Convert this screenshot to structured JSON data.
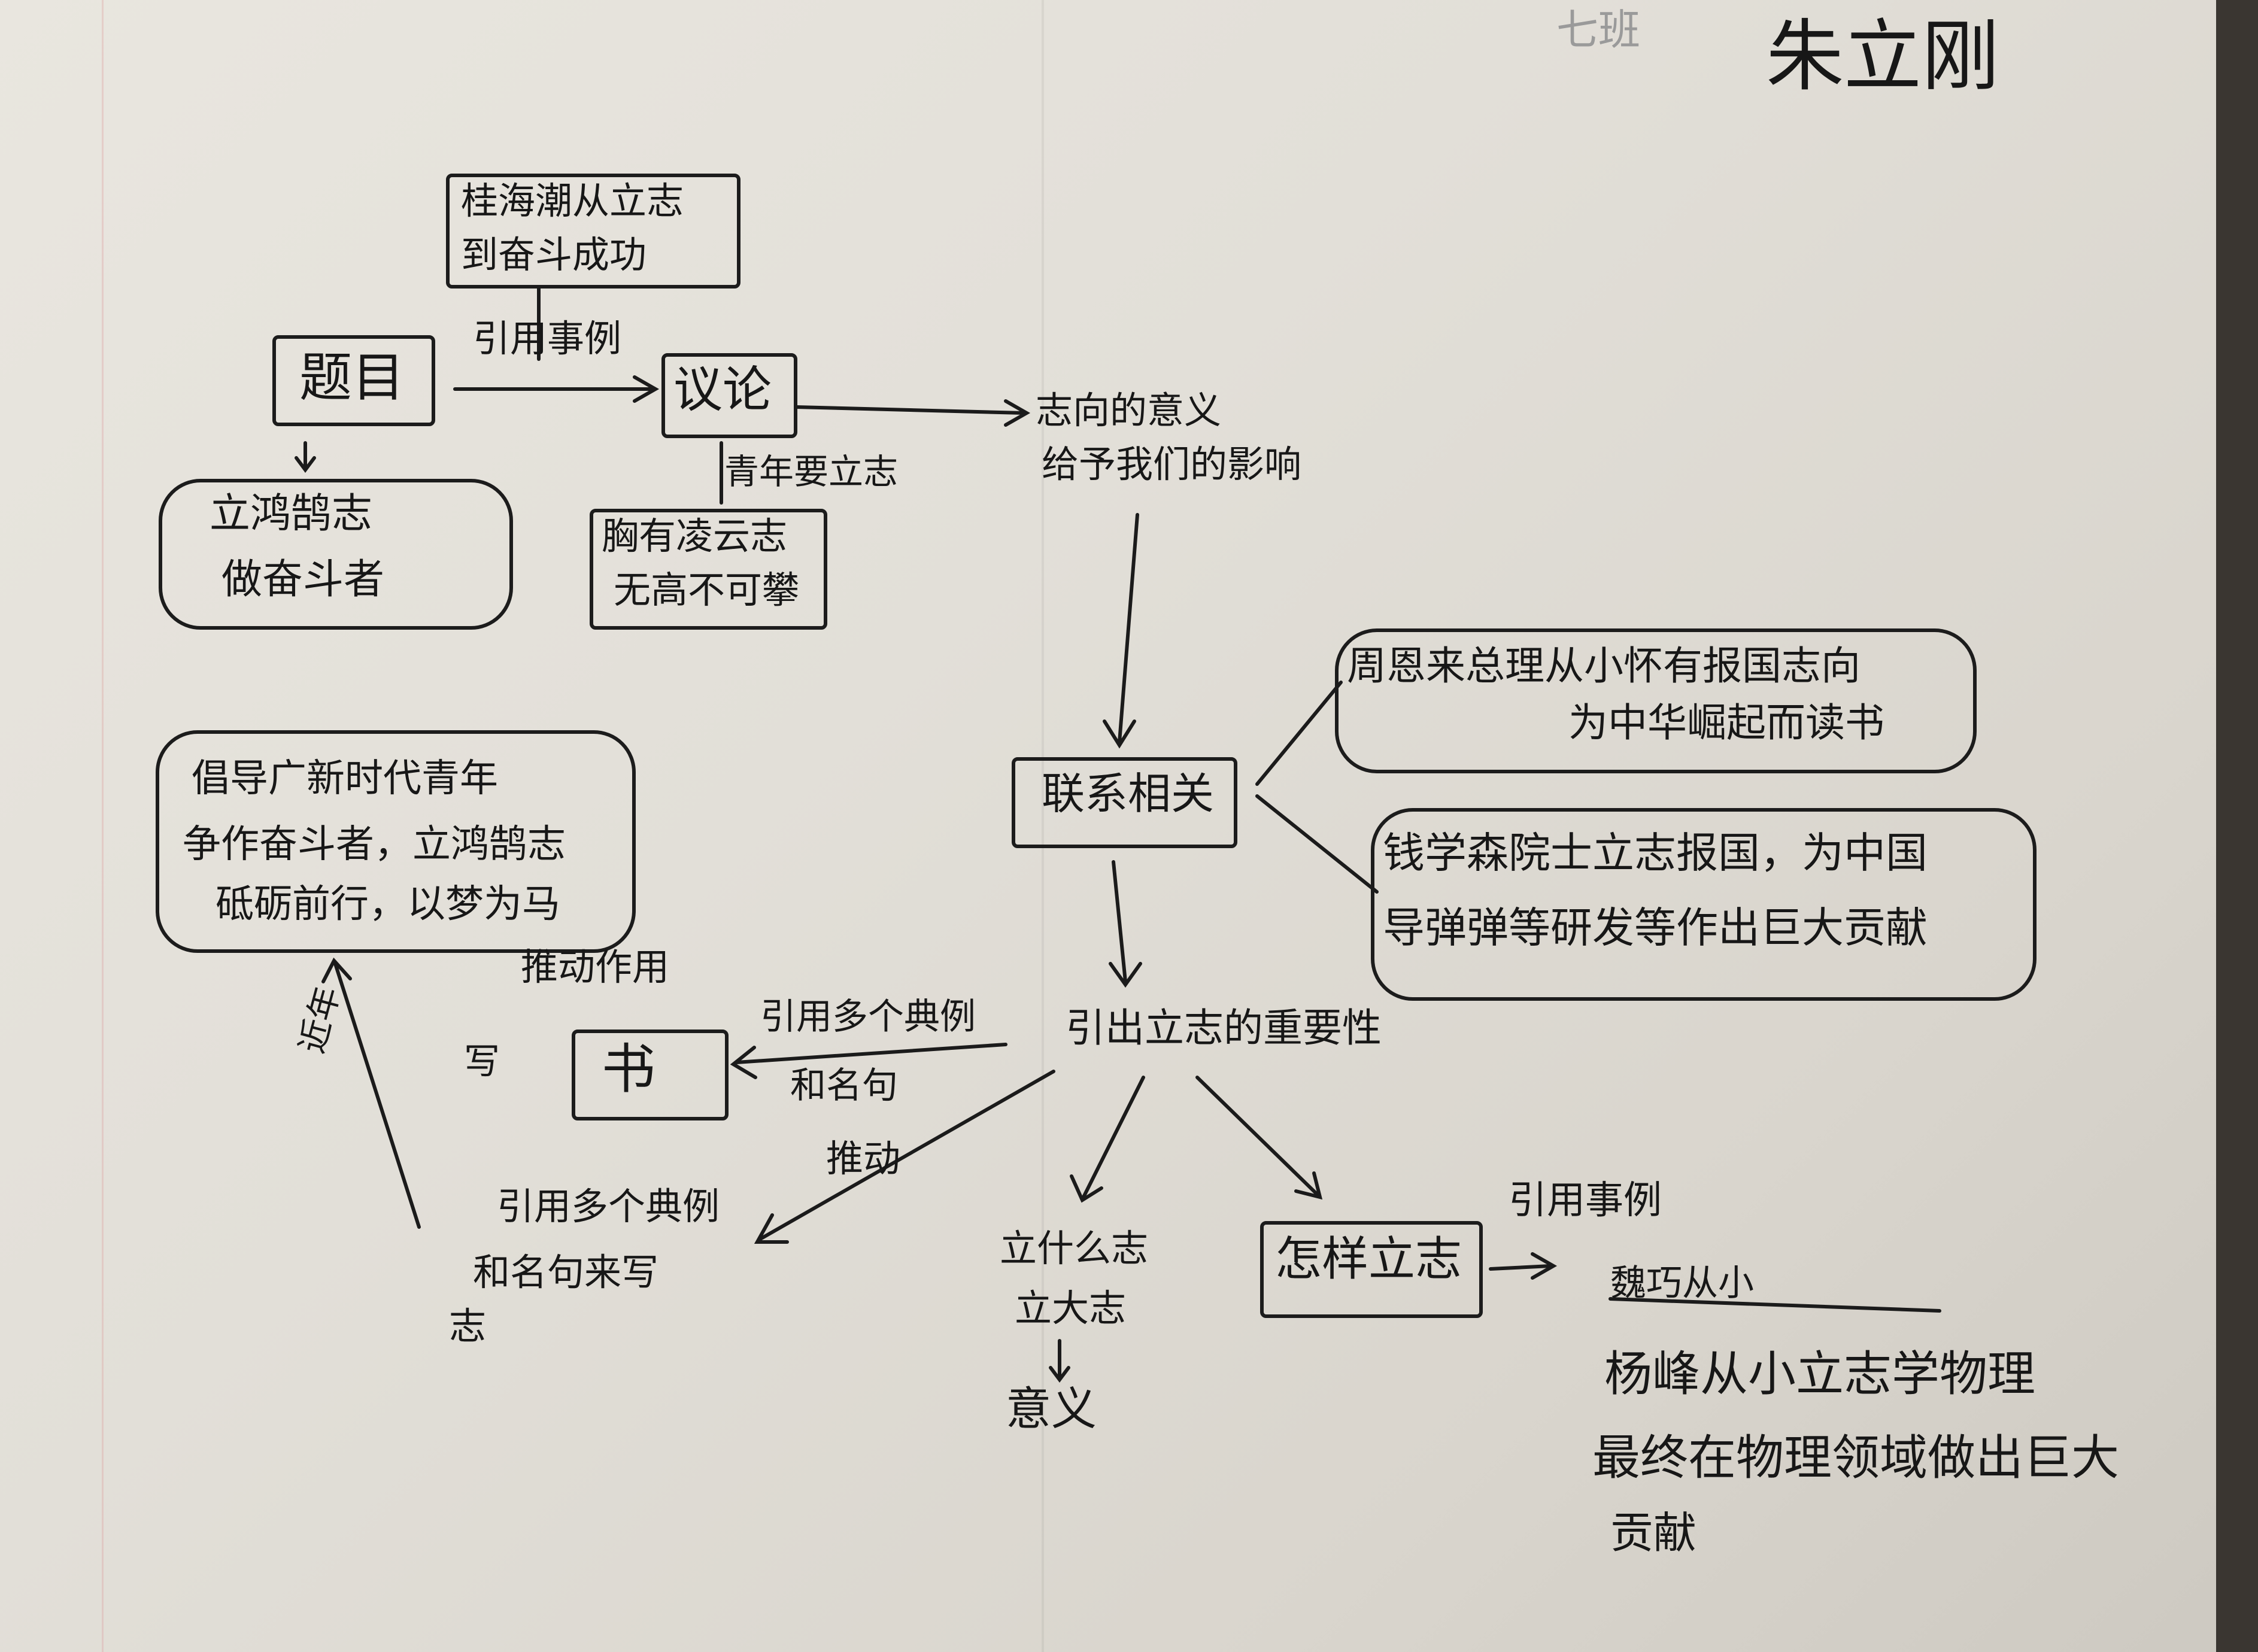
{
  "header": {
    "name": "朱立刚",
    "class": "七班"
  },
  "nodes": {
    "title": "题目",
    "title_sub": [
      "立鸿鹄志",
      "做奋斗者"
    ],
    "yilun": "议论",
    "example_top": [
      "桂海潮从立志",
      "到奋斗成功"
    ],
    "cite_example": "引用事例",
    "youth_label": "青年要立志",
    "youth_box": [
      "胸有凌云志",
      "无高不可攀"
    ],
    "meaning": [
      "志向的意义",
      "给予我们的影响"
    ],
    "contact": "联系相关",
    "zhou": [
      "周恩来总理从小怀有报国志向",
      "为中华崛起而读书"
    ],
    "qian": [
      "钱学森院士立志报国，为中国",
      "导弹弹等研发等作出巨大贡献"
    ],
    "importance": "引出立志的重要性",
    "cite_many": "引用多个典例",
    "famous_quote": "和名句",
    "push_effect": "推动作用",
    "xie": "写",
    "shu": "书",
    "push": "推动",
    "cite_many2": [
      "引用多个典例",
      "和名句来写",
      "志"
    ],
    "why": [
      "立什么志",
      "立大志"
    ],
    "yiyi": "意义",
    "how": "怎样立志",
    "cite_example2": "引用事例",
    "crossed": "魏巧从小",
    "yang": [
      "杨峰从小立志学物理",
      "最终在物理领域做出巨大",
      "贡献"
    ],
    "call": [
      "倡导广新时代青年",
      "争作奋斗者，立鸿鹄志",
      "砥砺前行，以梦为马"
    ],
    "jinshen": "近年"
  },
  "colors": {
    "ink": "#1b1b1b",
    "paper": "#e6e3dc"
  }
}
